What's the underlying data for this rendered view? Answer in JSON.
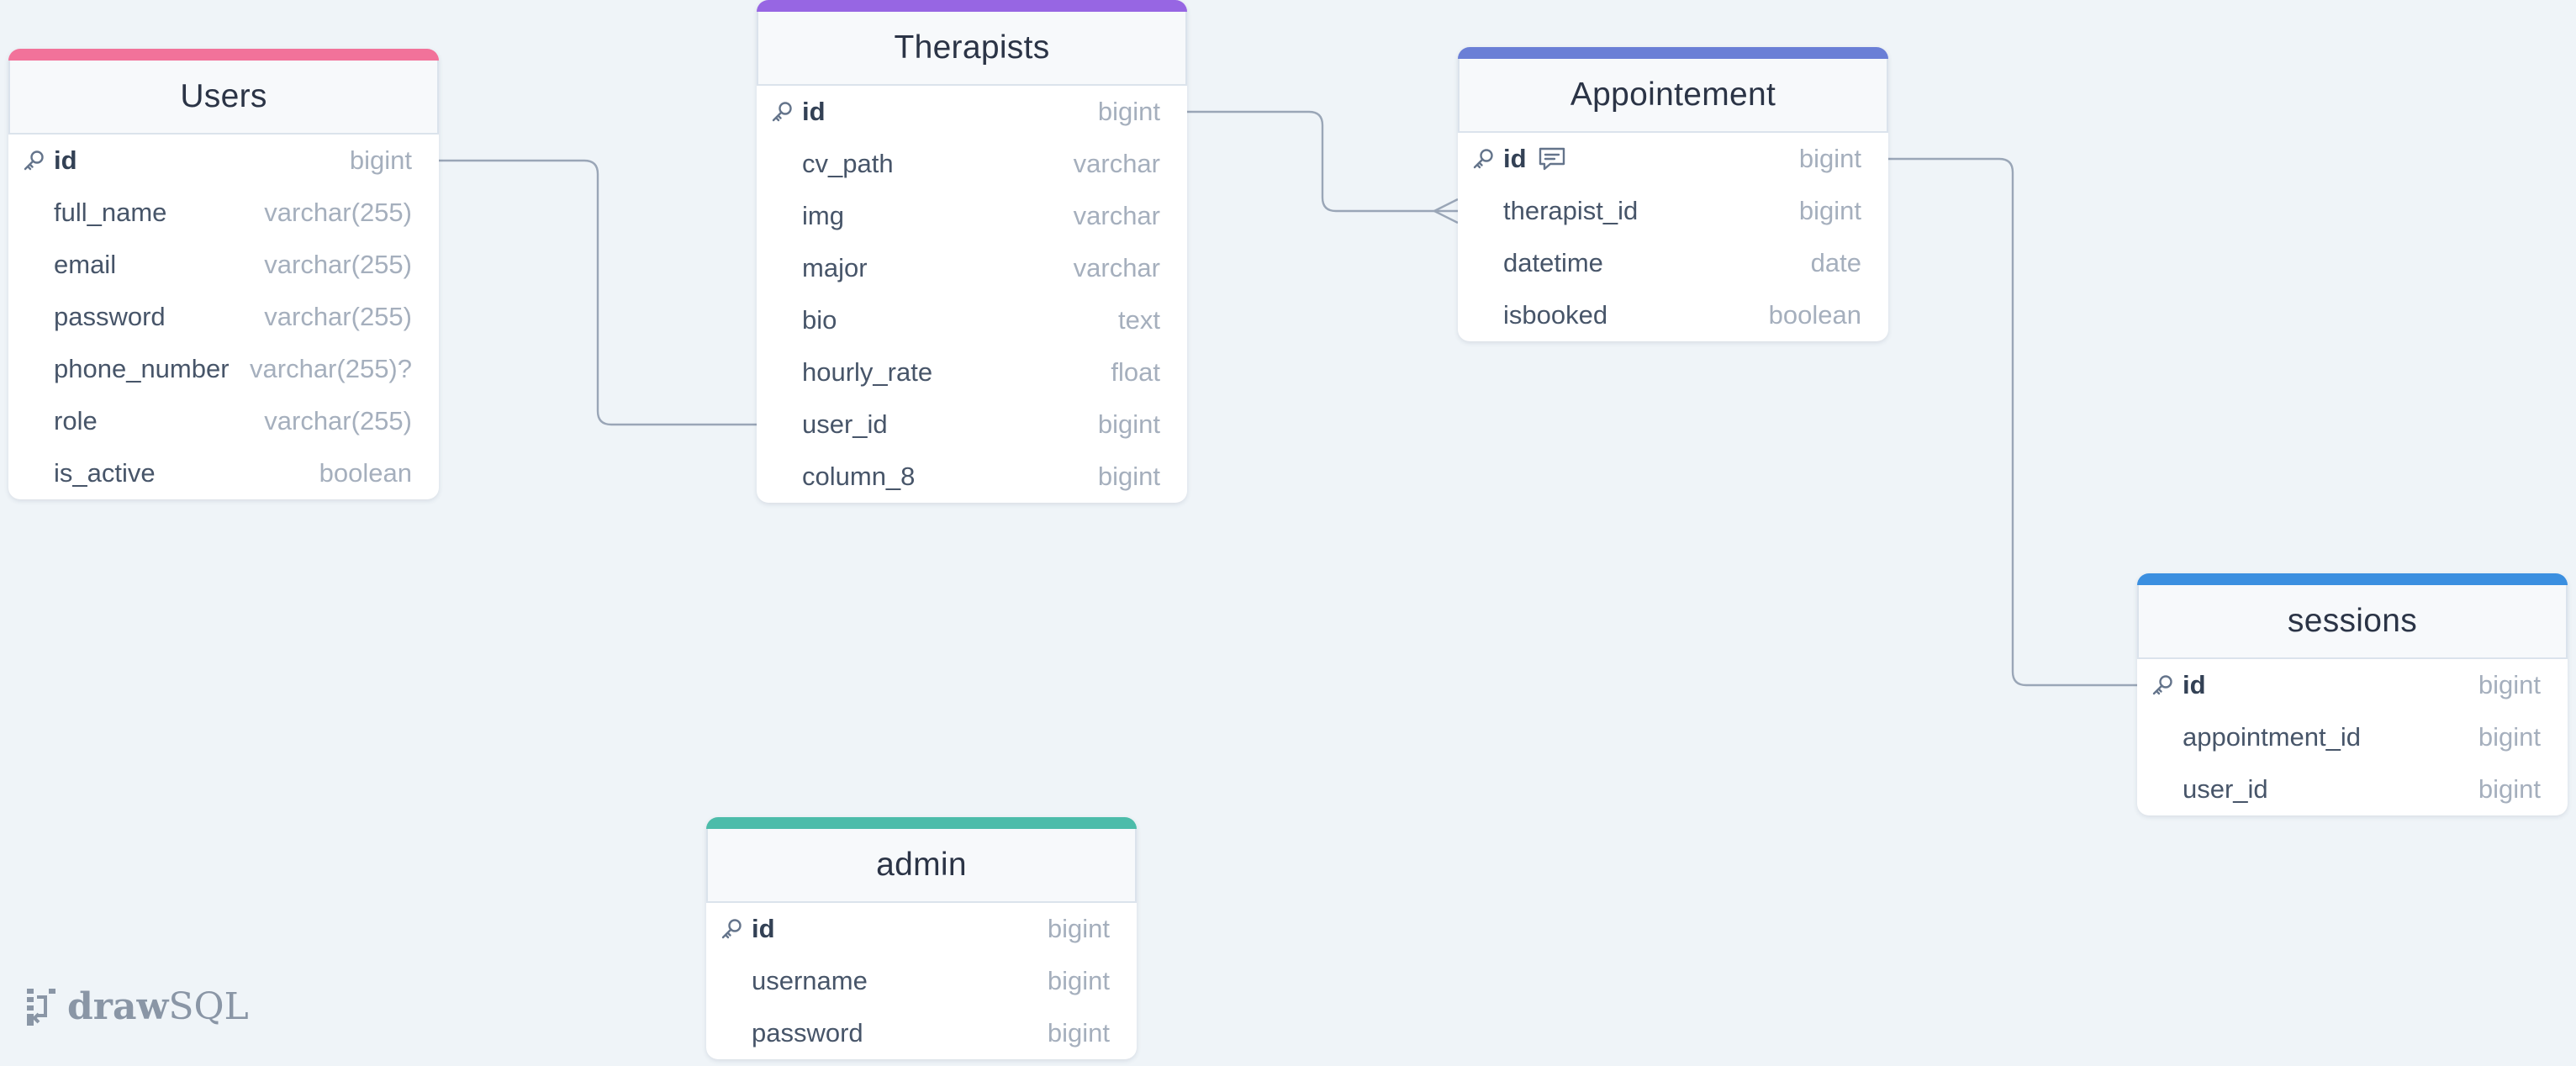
{
  "brand": {
    "part1": "draw",
    "part2": "SQL"
  },
  "tables": [
    {
      "key": "users",
      "name": "Users",
      "accent": "#f2729a",
      "columns": [
        {
          "name": "id",
          "type": "bigint",
          "pk": true
        },
        {
          "name": "full_name",
          "type": "varchar(255)"
        },
        {
          "name": "email",
          "type": "varchar(255)"
        },
        {
          "name": "password",
          "type": "varchar(255)"
        },
        {
          "name": "phone_number",
          "type": "varchar(255)?"
        },
        {
          "name": "role",
          "type": "varchar(255)"
        },
        {
          "name": "is_active",
          "type": "boolean"
        }
      ]
    },
    {
      "key": "therapists",
      "name": "Therapists",
      "accent": "#9766e3",
      "columns": [
        {
          "name": "id",
          "type": "bigint",
          "pk": true
        },
        {
          "name": "cv_path",
          "type": "varchar"
        },
        {
          "name": "img",
          "type": "varchar"
        },
        {
          "name": "major",
          "type": "varchar"
        },
        {
          "name": "bio",
          "type": "text"
        },
        {
          "name": "hourly_rate",
          "type": "float"
        },
        {
          "name": "user_id",
          "type": "bigint"
        },
        {
          "name": "column_8",
          "type": "bigint"
        }
      ]
    },
    {
      "key": "appointement",
      "name": "Appointement",
      "accent": "#6a7fd6",
      "columns": [
        {
          "name": "id",
          "type": "bigint",
          "pk": true,
          "comment": true
        },
        {
          "name": "therapist_id",
          "type": "bigint"
        },
        {
          "name": "datetime",
          "type": "date"
        },
        {
          "name": "isbooked",
          "type": "boolean"
        }
      ]
    },
    {
      "key": "sessions",
      "name": "sessions",
      "accent": "#3b8fe0",
      "columns": [
        {
          "name": "id",
          "type": "bigint",
          "pk": true
        },
        {
          "name": "appointment_id",
          "type": "bigint"
        },
        {
          "name": "user_id",
          "type": "bigint"
        }
      ]
    },
    {
      "key": "admin",
      "name": "admin",
      "accent": "#4cbcaa",
      "columns": [
        {
          "name": "id",
          "type": "bigint",
          "pk": true
        },
        {
          "name": "username",
          "type": "bigint"
        },
        {
          "name": "password",
          "type": "bigint"
        }
      ]
    }
  ],
  "relations": [
    {
      "from": "users.id",
      "to": "therapists.user_id",
      "to_cardinality": "one"
    },
    {
      "from": "therapists.id",
      "to": "appointement.therapist_id",
      "to_cardinality": "many"
    },
    {
      "from": "appointement.id",
      "to": "sessions.id",
      "to_cardinality": "one"
    }
  ]
}
